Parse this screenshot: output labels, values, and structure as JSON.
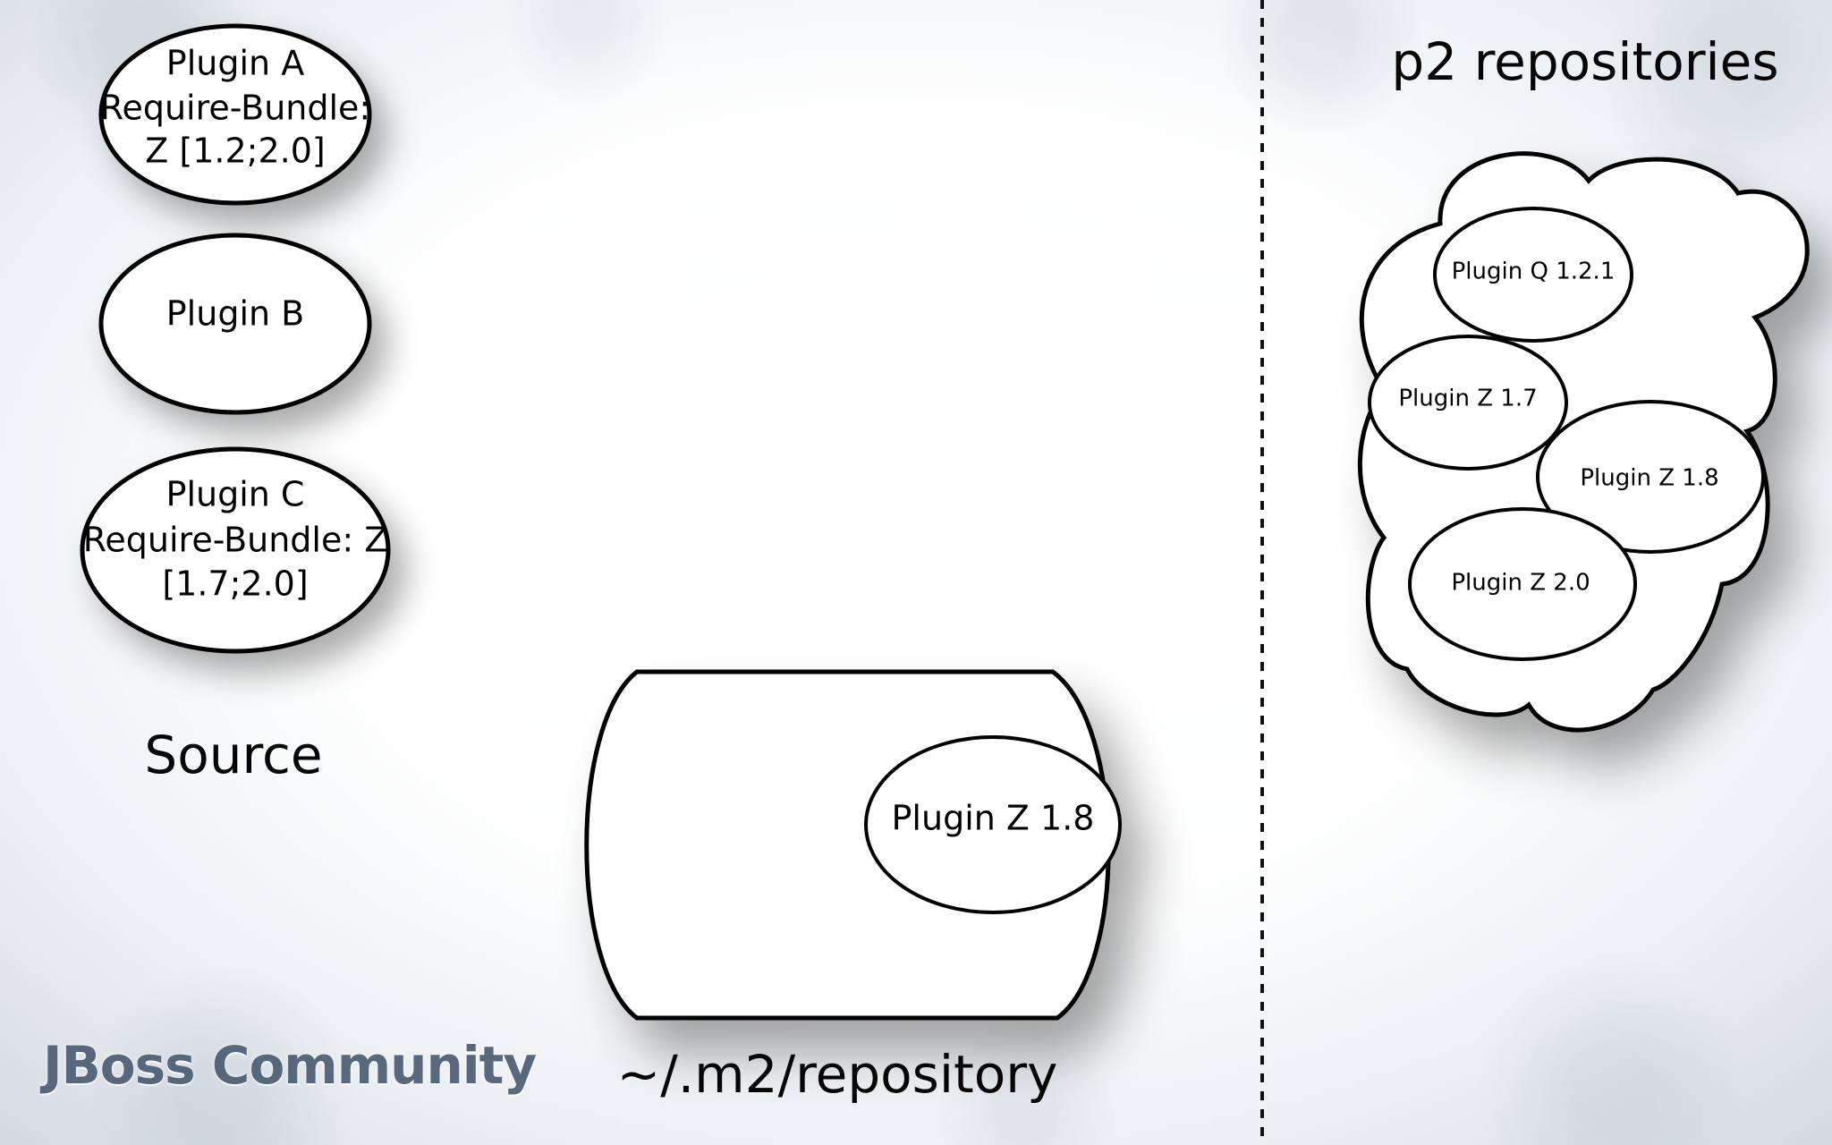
{
  "source": {
    "label": "Source",
    "plugins": [
      {
        "lines": [
          "Plugin A",
          "Require-Bundle:",
          "Z [1.2;2.0]"
        ]
      },
      {
        "lines": [
          "Plugin B"
        ]
      },
      {
        "lines": [
          "Plugin C",
          "Require-Bundle: Z",
          "[1.7;2.0]"
        ]
      }
    ]
  },
  "local_repository": {
    "label": "~/.m2/repository",
    "plugin": "Plugin Z 1.8"
  },
  "p2_repositories": {
    "title": "p2 repositories",
    "plugins": [
      "Plugin Q 1.2.1",
      "Plugin Z 1.7",
      "Plugin Z 1.8",
      "Plugin Z 2.0"
    ]
  },
  "branding": {
    "logo_text": "JBoss Community",
    "logo_color": "#4c5e74"
  },
  "colors": {
    "stroke": "#050505",
    "shape_fill": "#ffffff"
  }
}
